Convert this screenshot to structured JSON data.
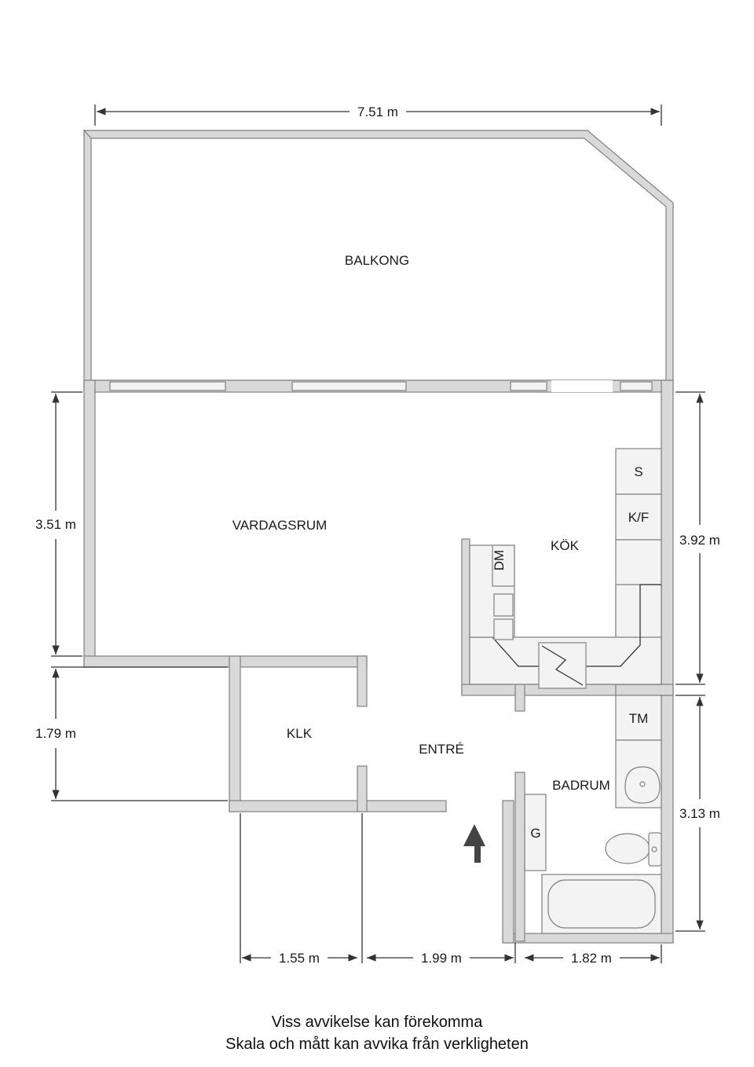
{
  "rooms": {
    "balkong": "BALKONG",
    "vardagsrum": "VARDAGSRUM",
    "kok": "KÖK",
    "klk": "KLK",
    "entre": "ENTRÉ",
    "badrum": "BADRUM"
  },
  "fixtures": {
    "s": "S",
    "kf": "K/F",
    "dm": "DM",
    "tm": "TM",
    "g": "G"
  },
  "dimensions": {
    "total_width": "7.51 m",
    "vardagsrum_height": "3.51 m",
    "kok_height": "3.92 m",
    "klk_height": "1.79 m",
    "badrum_height": "3.13 m",
    "bottom_left": "1.55 m",
    "bottom_mid": "1.99 m",
    "bottom_right": "1.82 m"
  },
  "disclaimer": {
    "line1": "Viss avvikelse kan förekomma",
    "line2": "Skala och mått kan avvika från verkligheten"
  },
  "colors": {
    "wall_fill": "#d9d9d9",
    "wall_stroke": "#808080",
    "fixture_fill": "#f3f3f3"
  }
}
